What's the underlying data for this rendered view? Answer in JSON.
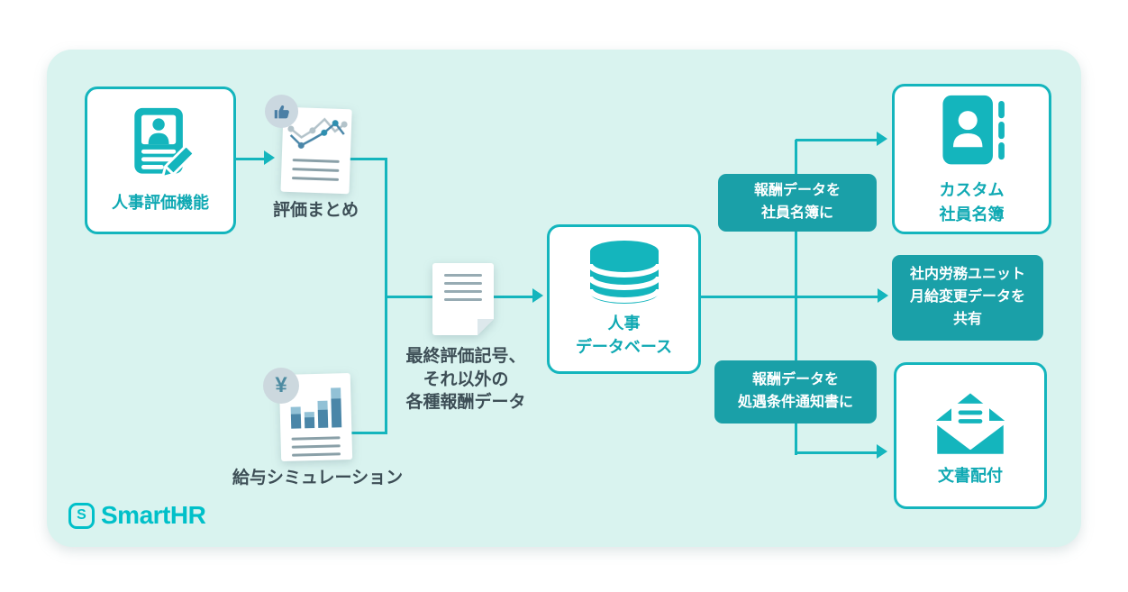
{
  "brand": {
    "name": "SmartHR",
    "mark": "S"
  },
  "colors": {
    "teal": "#14b5bd",
    "teal_dark": "#1aa0a8",
    "mint_background": "#d9f3ef",
    "logo_teal": "#00c0c9",
    "steel_blue": "#4a86a8",
    "dark_text": "#3d4e56"
  },
  "flow": {
    "evaluation_feature": "人事評価機能",
    "evaluation_summary": "評価まとめ",
    "salary_simulation": "給与シミュレーション",
    "final_data": [
      "最終評価記号、",
      "それ以外の",
      "各種報酬データ"
    ],
    "database": [
      "人事",
      "データベース"
    ],
    "custom_roster": [
      "カスタム",
      "社員名簿"
    ],
    "document_delivery": "文書配付",
    "note_to_roster": [
      "報酬データを",
      "社員名簿に"
    ],
    "note_share": [
      "社内労務ユニット",
      "月給変更データを",
      "共有"
    ],
    "note_to_notice": [
      "報酬データを",
      "処遇条件通知書に"
    ],
    "yen_symbol": "¥"
  }
}
